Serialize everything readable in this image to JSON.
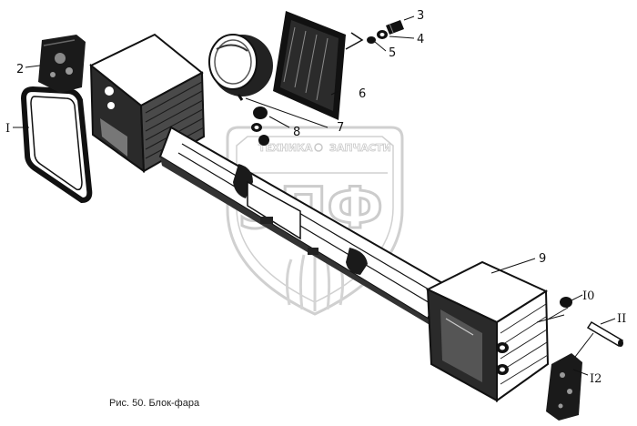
{
  "caption": "Рис. 50. Блок-фара",
  "watermark": {
    "top_text": "ТЕХНИКА",
    "top_text_right": "ЗАПЧАСТИ",
    "big_text": "ЭПФ",
    "color": "#d0d0d0"
  },
  "part_labels": {
    "p1": "I",
    "p2": "2",
    "p3": "3",
    "p4": "4",
    "p5": "5",
    "p6": "6",
    "p7": "7",
    "p8": "8",
    "p9": "9",
    "p10": "I0",
    "p11": "II",
    "p12": "I2"
  }
}
